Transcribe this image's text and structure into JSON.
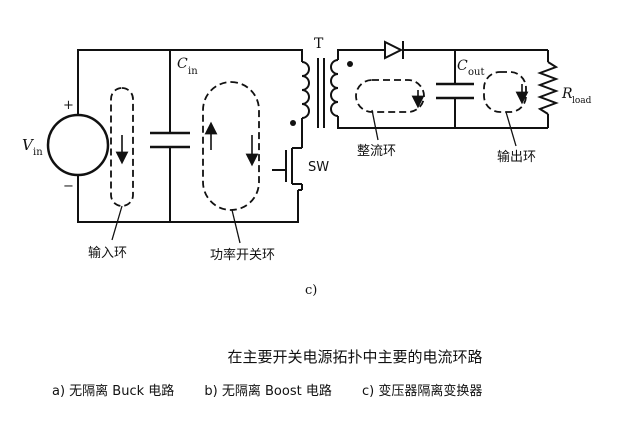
{
  "diagram": {
    "labels": {
      "vin": "V",
      "vin_sub": "in",
      "plus": "+",
      "minus": "−",
      "cin": "C",
      "cin_sub": "in",
      "transformer": "T",
      "cout": "C",
      "cout_sub": "out",
      "rload": "R",
      "rload_sub": "load",
      "switch": "SW",
      "loop_input": "输入环",
      "loop_power_switch": "功率开关环",
      "loop_rectifier": "整流环",
      "loop_output": "输出环",
      "panel": "c)"
    }
  },
  "caption": {
    "title": "在主要开关电源拓扑中主要的电流环路",
    "sub_a": "a) 无隔离 Buck 电路",
    "sub_b": "b) 无隔离 Boost 电路",
    "sub_c": "c) 变压器隔离变换器"
  }
}
